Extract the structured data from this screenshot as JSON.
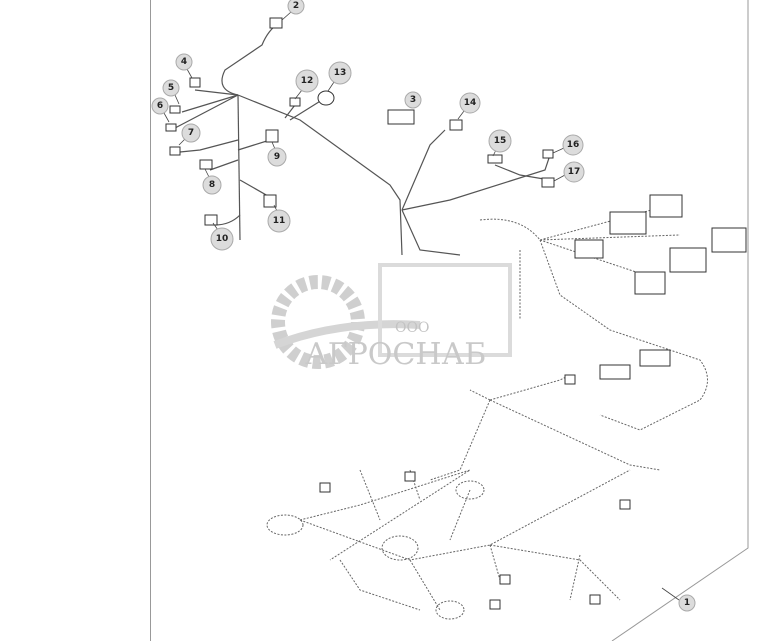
{
  "diagram": {
    "callouts": [
      "1",
      "2",
      "3",
      "4",
      "5",
      "6",
      "7",
      "8",
      "9",
      "10",
      "11",
      "12",
      "13",
      "14",
      "15",
      "16",
      "17"
    ],
    "watermark": {
      "company_prefix": "ООО",
      "company_name": "АГРОСНАБ"
    },
    "colors": {
      "callout_fill": "#dcdcdc",
      "line": "#555555",
      "watermark": "#9a9a9a"
    }
  }
}
